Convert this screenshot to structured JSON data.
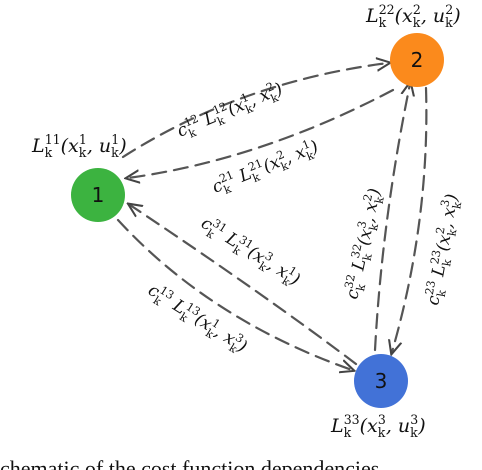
{
  "nodes": [
    {
      "id": "1",
      "label": "1",
      "color": "#3cb340",
      "cost_label": "L_k^{11}(x_k^1, u_k^1)"
    },
    {
      "id": "2",
      "label": "2",
      "color": "#fb8a1c",
      "cost_label": "L_k^{22}(x_k^2, u_k^2)"
    },
    {
      "id": "3",
      "label": "3",
      "color": "#4272d7",
      "cost_label": "L_k^{33}(x_k^3, u_k^3)"
    }
  ],
  "edges": [
    {
      "from": "1",
      "to": "2",
      "label": "c_k^{12} L_k^{12}(x_k^1, x_k^2)"
    },
    {
      "from": "2",
      "to": "1",
      "label": "c_k^{21} L_k^{21}(x_k^2, x_k^1)"
    },
    {
      "from": "3",
      "to": "1",
      "label": "c_k^{31} L_k^{31}(x_k^3, x_k^1)"
    },
    {
      "from": "1",
      "to": "3",
      "label": "c_k^{13} L_k^{13}(x_k^1, x_k^3)"
    },
    {
      "from": "3",
      "to": "2",
      "label": "c_k^{32} L_k^{32}(x_k^3, x_k^2)"
    },
    {
      "from": "2",
      "to": "3",
      "label": "c_k^{23} L_k^{23}(x_k^2, x_k^3)"
    }
  ],
  "caption": "chematic of the cost function dependencies"
}
